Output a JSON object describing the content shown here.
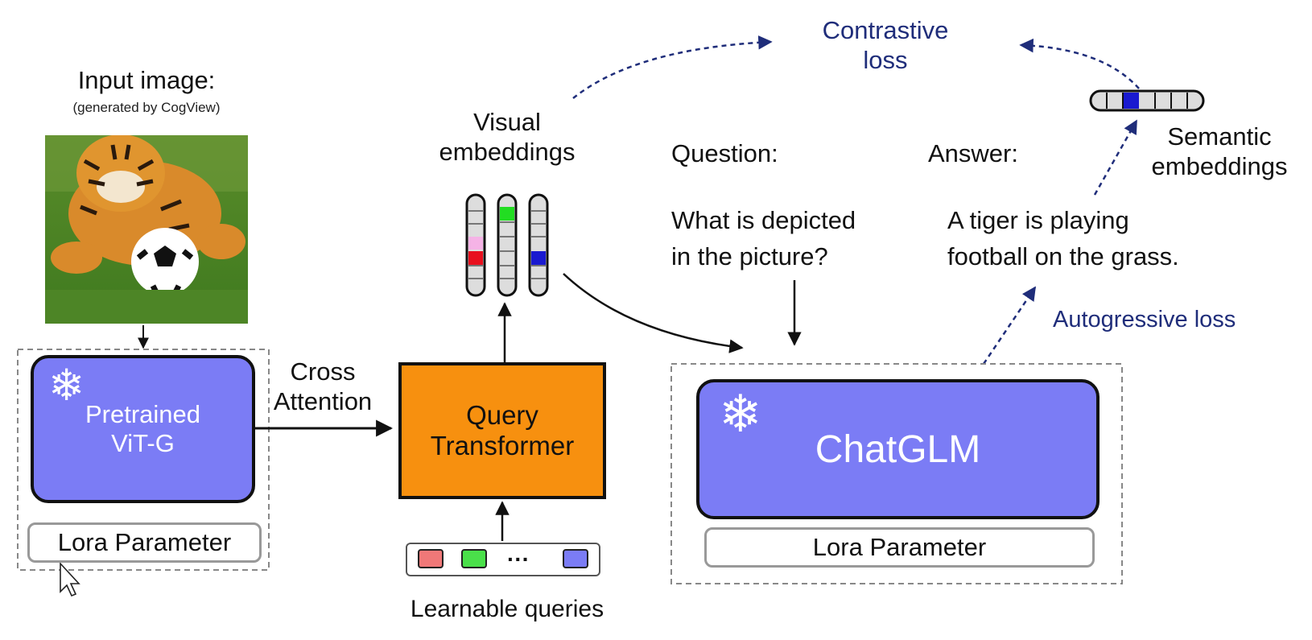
{
  "input": {
    "title": "Input image:",
    "subtitle": "(generated by CogView)",
    "image_subject": "tiger playing with a football on grass"
  },
  "vit": {
    "line1": "Pretrained",
    "line2": "ViT-G",
    "lora": "Lora Parameter"
  },
  "cross_attention": {
    "line1": "Cross",
    "line2": "Attention"
  },
  "qformer": {
    "line1": "Query",
    "line2": "Transformer"
  },
  "learnable_queries": {
    "label": "Learnable queries",
    "ellipsis": "···"
  },
  "visual_embeddings": {
    "line1": "Visual",
    "line2": "embeddings"
  },
  "contrastive": {
    "line1": "Contrastive",
    "line2": "loss"
  },
  "question": {
    "label": "Question:",
    "line1": "What is depicted",
    "line2": "in the picture?"
  },
  "answer": {
    "label": "Answer:",
    "line1": "A tiger is playing",
    "line2": "football on the grass."
  },
  "semantic": {
    "line1": "Semantic",
    "line2": "embeddings"
  },
  "autoregressive": {
    "label": "Autogressive loss"
  },
  "chatglm": {
    "label": "ChatGLM",
    "lora": "Lora Parameter"
  },
  "icons": {
    "frozen": "snowflake-icon",
    "cursor": "mouse-pointer-icon"
  },
  "colors": {
    "model_box": "#7b7cf5",
    "qformer_box": "#f7900f",
    "loss_text": "#1f2d7a",
    "query_red": "#f07878",
    "query_green": "#4ae04a",
    "query_blue": "#7b7cf5",
    "embed_green": "#22dd22",
    "embed_pink": "#f5b3e6",
    "embed_red": "#e8101e",
    "embed_blue": "#1a1ad0"
  }
}
